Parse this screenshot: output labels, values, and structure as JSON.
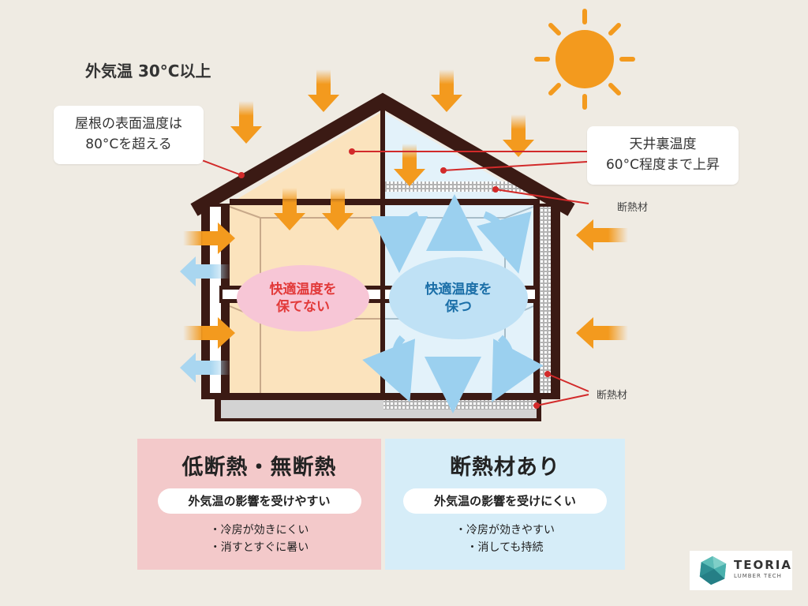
{
  "labels": {
    "outside_temp": "外気温 30°C以上",
    "roof_surface": [
      "屋根の表面温度は",
      "80°Cを超える"
    ],
    "attic_temp": [
      "天井裏温度",
      "60°C程度まで上昇"
    ],
    "insulation_top": "断熱材",
    "insulation_bottom": "断熱材",
    "uncomfortable": [
      "快適温度を",
      "保てない"
    ],
    "comfortable": [
      "快適温度を",
      "保つ"
    ]
  },
  "panels": {
    "left": {
      "title": "低断熱・無断熱",
      "subtitle": "外気温の影響を受けやすい",
      "items": [
        "・冷房が効きにくい",
        "・消すとすぐに暑い"
      ]
    },
    "right": {
      "title": "断熱材あり",
      "subtitle": "外気温の影響を受けにくい",
      "items": [
        "・冷房が効きやすい",
        "・消しても持続"
      ]
    }
  },
  "logo": {
    "name": "TEORIA",
    "tagline": "LUMBER TECH"
  },
  "colors": {
    "background": "#efebe3",
    "frame": "#3b1a14",
    "heat_arrow": "#f39a1e",
    "cool_arrow": "#a9d6f0",
    "warm_room": "#fbe3bd",
    "cool_room": "#e3f2fa",
    "sun": "#f39a1e",
    "left_panel": "#f3c9ca",
    "right_panel": "#d6edf8",
    "pink_zone": "#f7c6d6",
    "blue_zone": "#bfe1f5",
    "red_text": "#e23a3a",
    "blue_text": "#1b6fa8"
  }
}
